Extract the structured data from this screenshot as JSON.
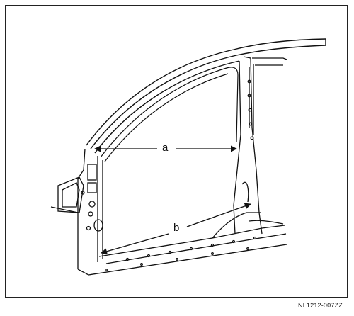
{
  "diagram": {
    "labels": {
      "a": "a",
      "b": "b"
    },
    "figure_code": "NL1212-007ZZ"
  }
}
